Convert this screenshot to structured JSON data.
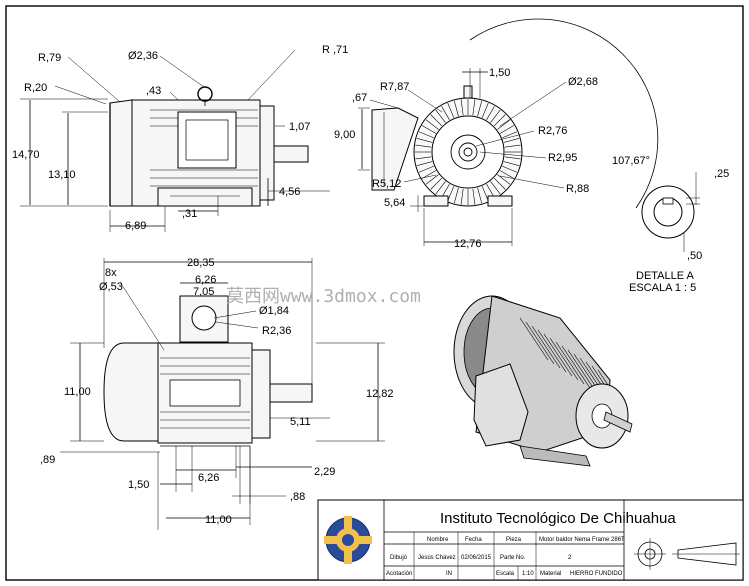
{
  "side_view": {
    "dims": [
      "R,79",
      "Ø2,36",
      "R ,71",
      "R,20",
      ",43",
      "1,07",
      "14,70",
      "13,10",
      "4,56",
      ",31",
      "6,89"
    ]
  },
  "front_view": {
    "dims": [
      "1,50",
      "Ø2,68",
      "R7,87",
      ",67",
      "9,00",
      "R2,76",
      "R2,95",
      "107,67°",
      "R5,12",
      "R,88",
      "5,64",
      "12,76"
    ]
  },
  "detail_a": {
    "dims": [
      ",25",
      ",50"
    ],
    "title": "DETALLE A",
    "scale": "ESCALA 1 : 5"
  },
  "top_view": {
    "dims": [
      "28,35",
      "8x",
      "Ø,53",
      "6,26",
      "7,05",
      "Ø1,84",
      "R2,36",
      "11,00",
      "12,82",
      "5,11",
      ",89",
      "1,50",
      "6,26",
      "2,29",
      ",88",
      "11,00"
    ]
  },
  "watermark": "莫西网www.3dmox.com",
  "title_block": {
    "institution": "Instituto Tecnológico De Chihuahua",
    "col_nombre": "Nombre",
    "col_fecha": "Fecha",
    "col_pieza": "Pieza",
    "pieza_value": "Motor baldor Nema Frame 286T",
    "row_dibujo": "Dibujó",
    "dibujo_nombre": "Jesús Chávez",
    "dibujo_fecha": "02/06/2015",
    "parte_label": "Parte No.",
    "parte_value": "2",
    "row_acotacion": "Acotación",
    "acotacion_value": "IN",
    "escala_label": "Escala",
    "escala_value": "1:10",
    "material_label": "Material",
    "material_value": "HIERRO FUNDIDO"
  },
  "icons": [
    "institution-logo-icon",
    "projection-symbol-icon"
  ]
}
